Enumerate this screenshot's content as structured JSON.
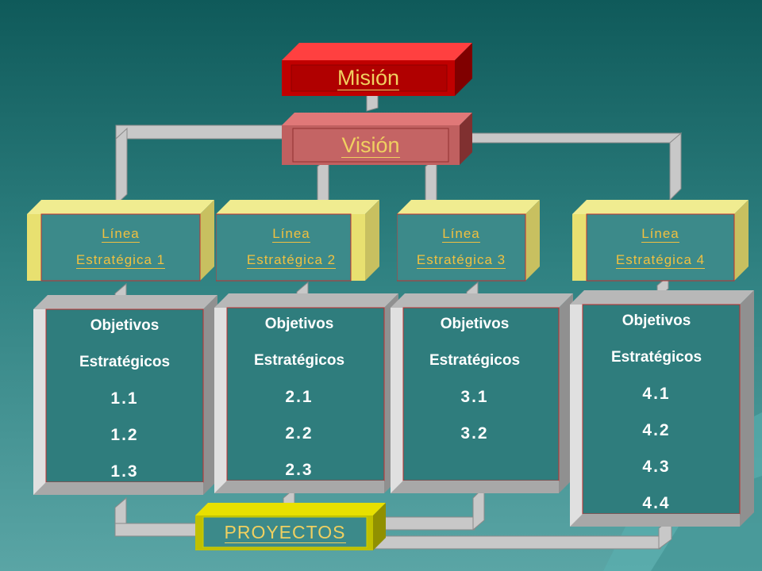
{
  "diagram": {
    "mission": "Misión",
    "vision": "Visión",
    "lines": [
      {
        "line1": "Línea",
        "line2": "Estratégica 1"
      },
      {
        "line1": "Línea",
        "line2": "Estratégica 2"
      },
      {
        "line1": "Línea",
        "line2": "Estratégica 3"
      },
      {
        "line1": "Línea",
        "line2": "Estratégica 4"
      }
    ],
    "objectives": [
      {
        "title1": "Objetivos",
        "title2": "Estratégicos",
        "items": [
          "1.1",
          "1.2",
          "1.3"
        ]
      },
      {
        "title1": "Objetivos",
        "title2": "Estratégicos",
        "items": [
          "2.1",
          "2.2",
          "2.3"
        ]
      },
      {
        "title1": "Objetivos",
        "title2": "Estratégicos",
        "items": [
          "3.1",
          "3.2"
        ]
      },
      {
        "title1": "Objetivos",
        "title2": "Estratégicos",
        "items": [
          "4.1",
          "4.2",
          "4.3",
          "4.4"
        ]
      }
    ],
    "projects": "PROYECTOS"
  },
  "colors": {
    "mission_fill": "#c00000",
    "vision_fill": "#b04040",
    "line_fill": "#e8e070",
    "projects_fill": "#c0c000",
    "connector": "#c8c8c8",
    "text_gold": "#f0d060"
  }
}
